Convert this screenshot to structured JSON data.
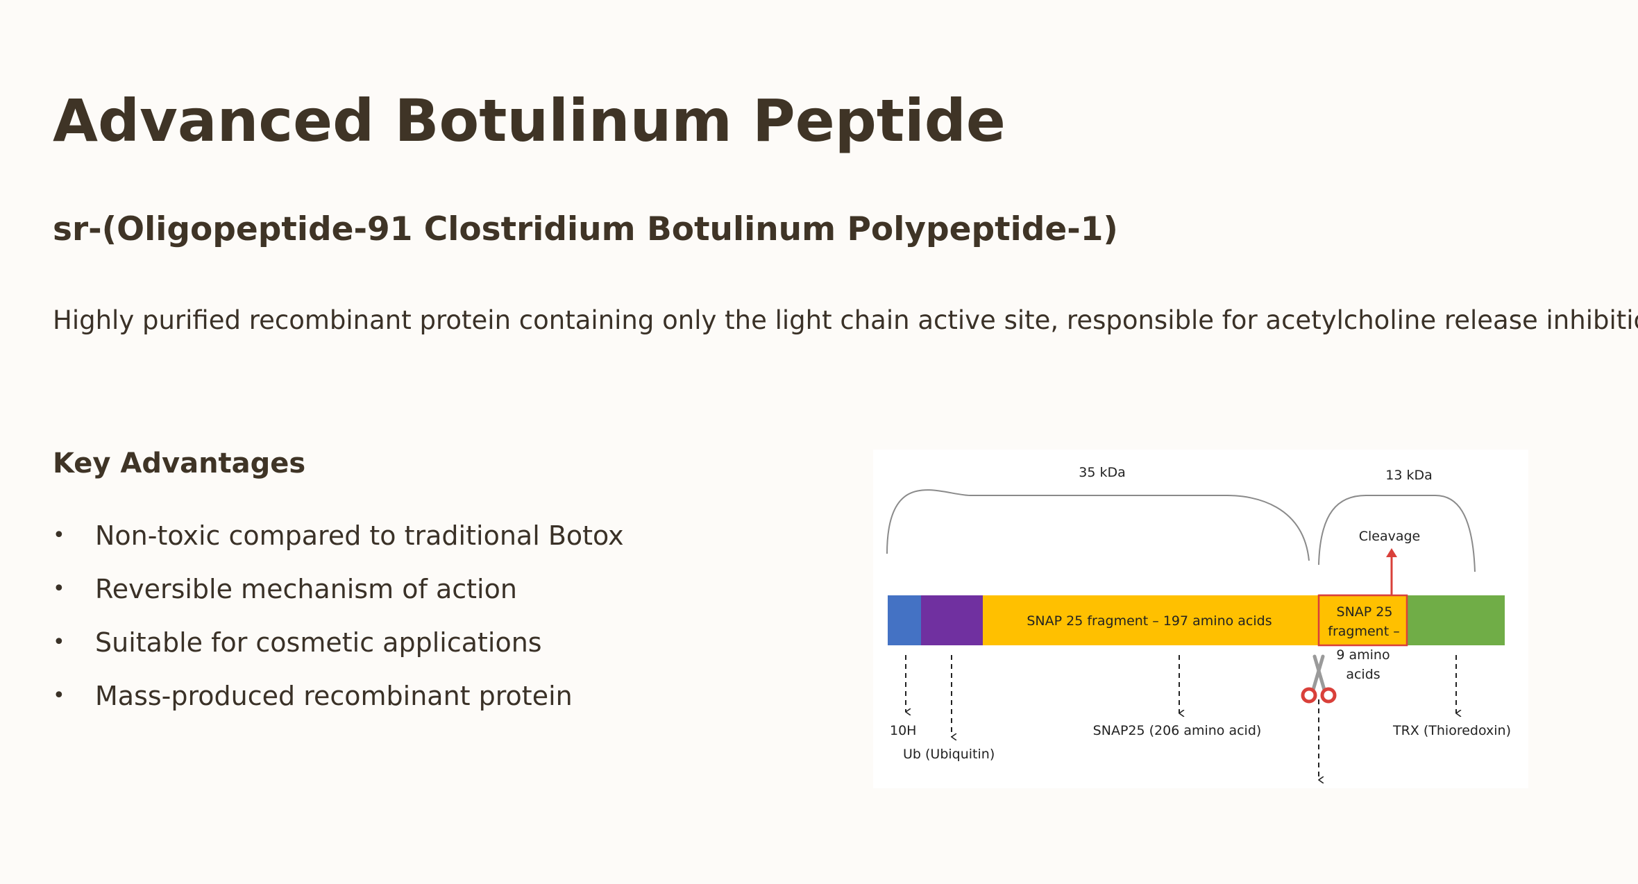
{
  "title": "Advanced Botulinum Peptide",
  "subtitle": "sr-(Oligopeptide-91 Clostridium Botulinum Polypeptide-1)",
  "description": "Highly purified recombinant protein containing only the light chain active site, responsible for acetylcholine release inhibition.",
  "advantages": {
    "heading": "Key Advantages",
    "bullet": "•",
    "items": [
      "Non-toxic compared to traditional Botox",
      "Reversible mechanism of action",
      "Suitable for cosmetic applications",
      "Mass-produced recombinant protein"
    ]
  },
  "diagram": {
    "label_35kda": "35 kDa",
    "label_13kda": "13 kDa",
    "cleavage": "Cleavage",
    "segments": {
      "his_color": "#4472c4",
      "ubiquitin_color": "#7030a0",
      "snap_color": "#ffc000",
      "trx_color": "#70ad47",
      "cleavage_color": "#d9403a",
      "snap197": "SNAP 25 fragment – 197 amino acids",
      "snap9_line1": "SNAP 25",
      "snap9_line2": "fragment –",
      "snap9_line3": "9 amino",
      "snap9_line4": "acids"
    },
    "labels": {
      "his": "10H",
      "ubiquitin": "Ub (Ubiquitin)",
      "snap25": "SNAP25 (206 amino acid)",
      "trx": "TRX (Thioredoxin)"
    },
    "scissors_icon": "scissors-icon"
  }
}
